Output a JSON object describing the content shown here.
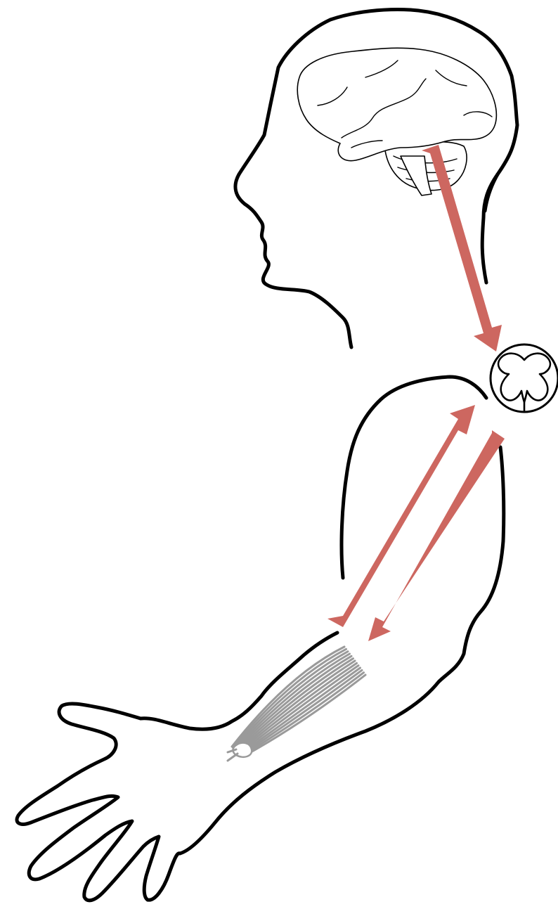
{
  "diagram": {
    "colors": {
      "pathway_arrow": "#cd6760",
      "outline": "#000000",
      "muscle_fibers": "#9a9a9a",
      "background": "#ffffff"
    },
    "parts": [
      "head-silhouette",
      "brain",
      "spinal-cord-cross-section",
      "arm-silhouette",
      "hand",
      "forearm-muscle"
    ],
    "arrows": [
      {
        "name": "brain-to-spinal-cord",
        "direction": "descending"
      },
      {
        "name": "muscle-to-spinal-cord",
        "direction": "ascending"
      },
      {
        "name": "spinal-cord-to-muscle",
        "direction": "descending"
      }
    ]
  }
}
